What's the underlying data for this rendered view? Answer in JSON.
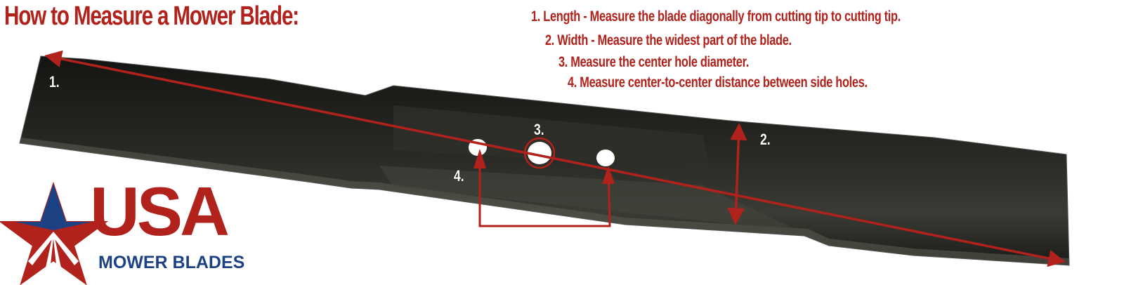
{
  "title": "How to Measure a Mower Blade:",
  "steps": [
    {
      "number": "1.",
      "text": "1. Length - Measure the blade diagonally from cutting tip to cutting tip."
    },
    {
      "number": "2.",
      "text": "2. Width - Measure the widest part of the blade."
    },
    {
      "number": "3.",
      "text": "3. Measure the center hole diameter."
    },
    {
      "number": "4.",
      "text": "4. Measure center-to-center distance between side holes."
    }
  ],
  "labels": {
    "one": "1.",
    "two": "2.",
    "three": "3.",
    "four": "4."
  },
  "logo": {
    "main": "USA",
    "sub": "MOWER BLADES"
  },
  "colors": {
    "accent_red": "#b0221b",
    "logo_blue": "#1d4283",
    "blade_dark": "#1c1d19"
  }
}
